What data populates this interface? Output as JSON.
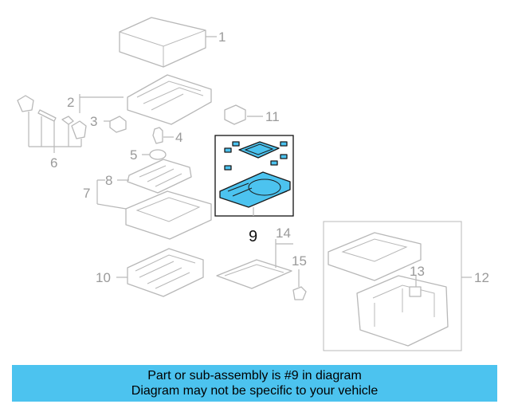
{
  "diagram": {
    "callouts": [
      "1",
      "2",
      "3",
      "4",
      "5",
      "6",
      "7",
      "8",
      "9",
      "10",
      "11",
      "12",
      "13",
      "14",
      "15"
    ],
    "highlighted_part": "9",
    "colors": {
      "highlight": "#4cc3ef",
      "outline": "#b8b8b8",
      "label": "#9a9a9a"
    }
  },
  "caption": {
    "line1": "Part or sub-assembly is #9 in diagram",
    "line2": "Diagram may not be specific to your vehicle"
  }
}
